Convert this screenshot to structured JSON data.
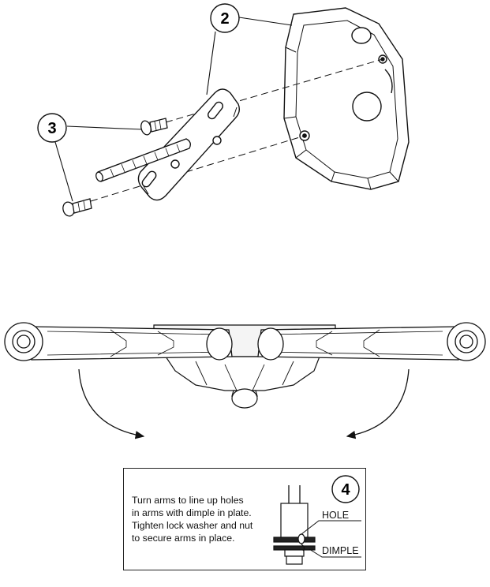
{
  "callouts": {
    "bracket": "2",
    "screws": "3",
    "detail": "4"
  },
  "instruction": {
    "lines": [
      "Turn arms to line up holes",
      "in arms with dimple in plate.",
      "Tighten lock washer and nut",
      "to secure arms in place."
    ]
  },
  "detail_labels": {
    "hole": "HOLE",
    "dimple": "DIMPLE"
  }
}
